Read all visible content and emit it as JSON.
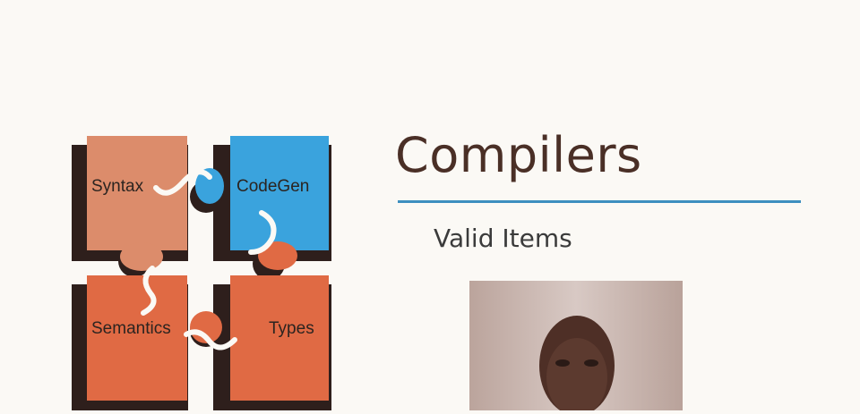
{
  "watermark": "",
  "slide": {
    "title": "Compilers",
    "subtitle": "Valid Items"
  },
  "puzzle": {
    "pieces": [
      {
        "label": "Syntax",
        "color": "#dc8c6b"
      },
      {
        "label": "CodeGen",
        "color": "#3aa3dd"
      },
      {
        "label": "Semantics",
        "color": "#e06a44"
      },
      {
        "label": "Types",
        "color": "#e06a44"
      }
    ],
    "shadow_color": "#2e1f1c"
  },
  "colors": {
    "background": "#fbf9f5",
    "title": "#4a2f26",
    "rule": "#3d8fbf"
  }
}
